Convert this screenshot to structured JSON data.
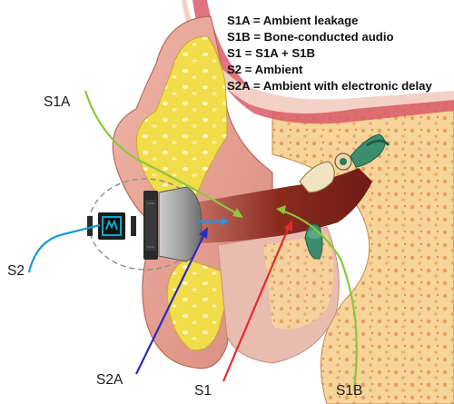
{
  "legend": [
    "S1A = Ambient leakage",
    "S1B = Bone-conducted audio",
    "S1 = S1A + S1B",
    "S2 = Ambient",
    "S2A = Ambient with electronic delay"
  ],
  "labels": {
    "s1a": "S1A",
    "s2": "S2",
    "s2a": "S2A",
    "s1": "S1",
    "s1b": "S1B"
  },
  "colors": {
    "s1a_line": "#8dc63f",
    "s1b_line": "#8dc63f",
    "s2_line": "#1b9ad6",
    "s2a_line": "#2b2bbf",
    "s1_line": "#e52b2b",
    "canal_arrow": "#2f8fe0",
    "skin": "#e8a59a",
    "bone": "#f5cf8c",
    "cartilage": "#f3df5a",
    "flesh": "#e7b3a4",
    "canal": "#8a2a1f",
    "device_logo": "#12a7c4"
  },
  "icons": {
    "device": "in-ear-monitor-icon",
    "logo": "maxim-logo-icon"
  }
}
